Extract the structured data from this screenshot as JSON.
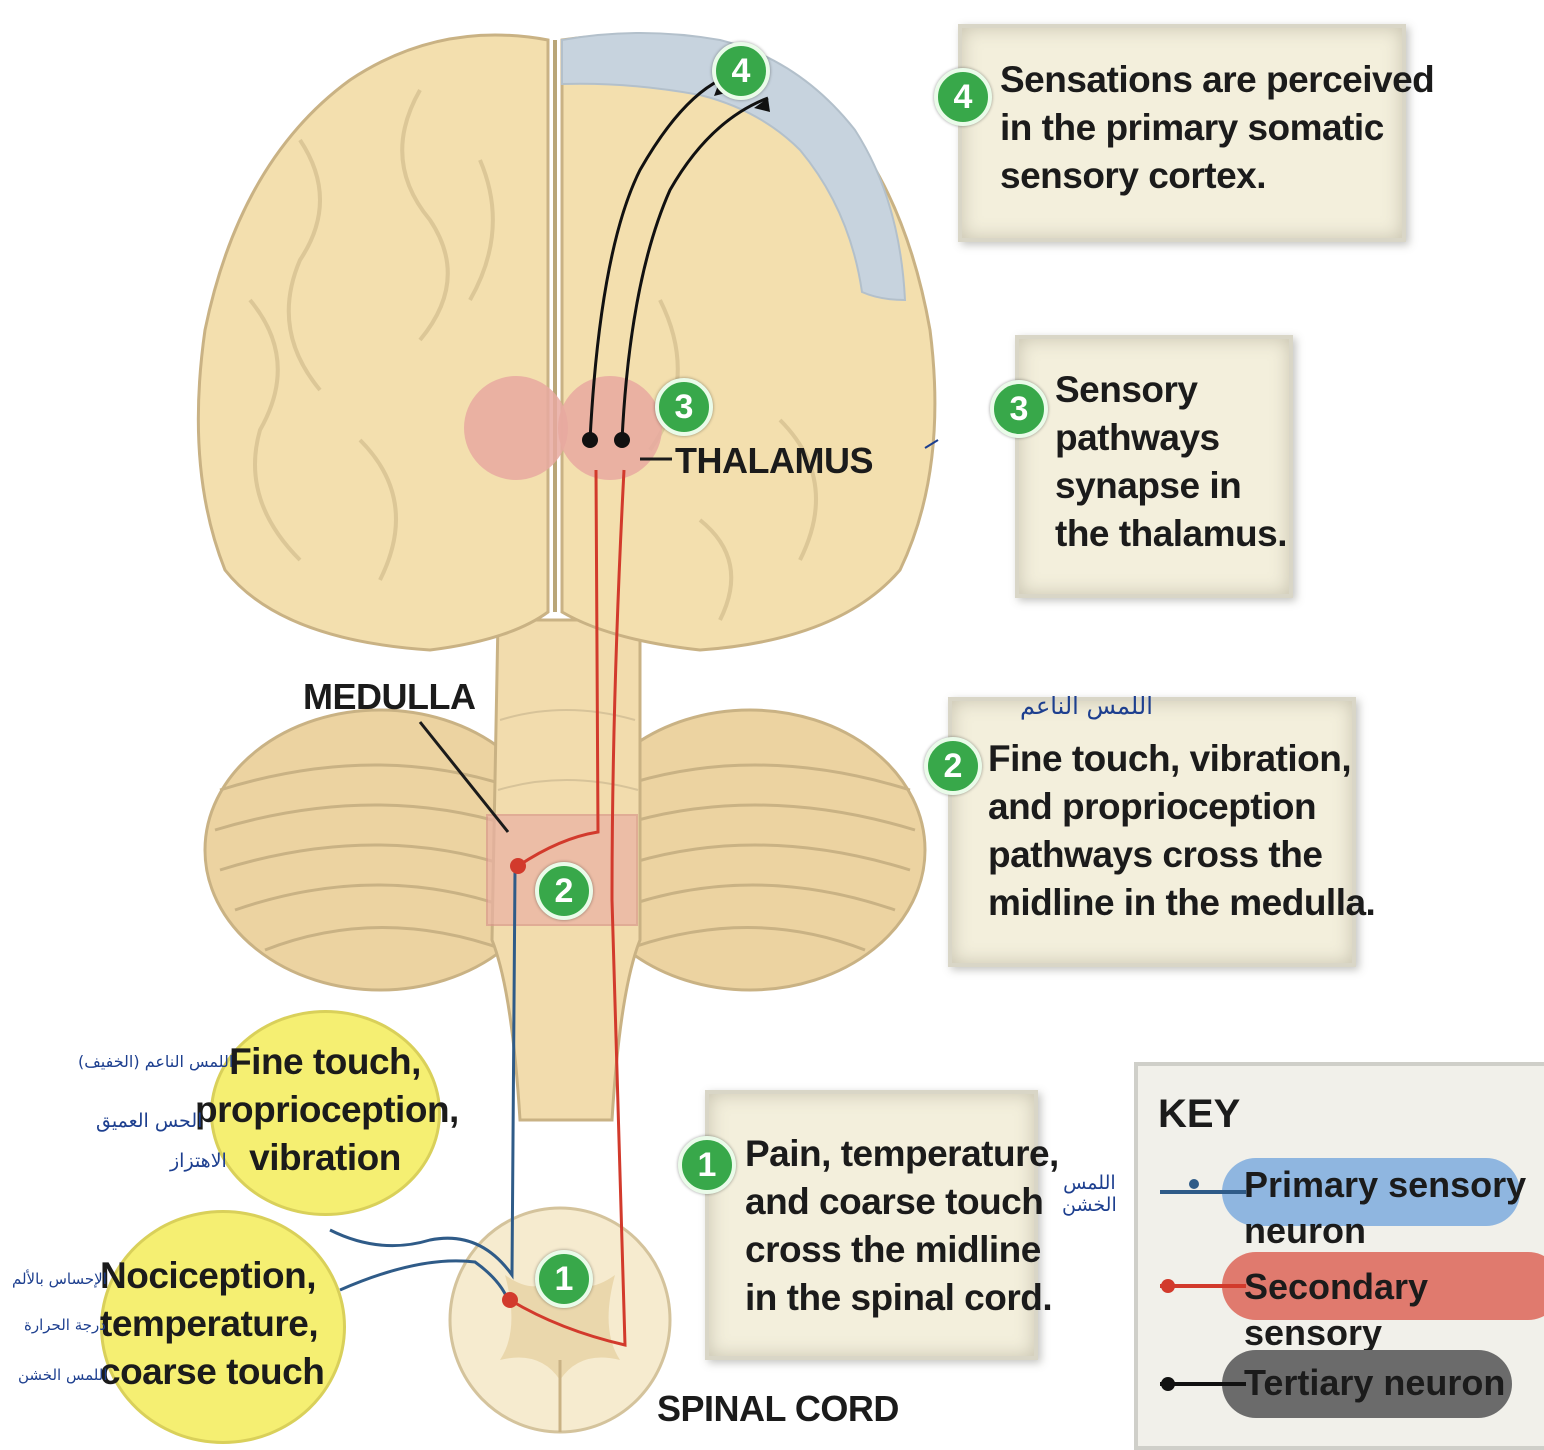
{
  "steps": [
    {
      "num": "1",
      "text": "Pain, temperature,\nand coarse touch\ncross the midline\nin the spinal cord."
    },
    {
      "num": "2",
      "text": "Fine touch, vibration,\nand proprioception\npathways cross the\nmidline in the medulla."
    },
    {
      "num": "3",
      "text": "Sensory\npathways\nsynapse in\nthe thalamus."
    },
    {
      "num": "4",
      "text": "Sensations are perceived\nin the primary somatic\nsensory cortex."
    }
  ],
  "labels": {
    "thalamus": "THALAMUS",
    "medulla": "MEDULLA",
    "spinal_cord": "SPINAL CORD"
  },
  "ovals": {
    "upper": "Fine touch,\nproprioception,\nvibration",
    "lower": "Nociception,\ntemperature,\ncoarse touch"
  },
  "key": {
    "title": "KEY",
    "items": [
      {
        "label": "Primary sensory\nneuron",
        "color": "#8fb6e0"
      },
      {
        "label": "Secondary sensory\nneuron",
        "color": "#e07a6e"
      },
      {
        "label": "Tertiary neuron",
        "color": "#6b6b6b"
      }
    ]
  },
  "handwritten": {
    "fine_touch_box": "اللمس الناعم",
    "coarse_touch": "اللمس\nالخشن",
    "fine_touch_oval": "اللمس الناعم (الخفيف)",
    "proprioception": "الحس العميق",
    "vibration": "الاهتزاز",
    "nociception": "الإحساس بالألم",
    "temperature": "درجة الحرارة",
    "coarse_touch_oval": "اللمس الخشن"
  },
  "colors": {
    "brain": "#f3dfae",
    "brain_outline": "#cdb98a",
    "cortex": "#c7d3de",
    "thalamus": "#e7a9a0",
    "primary_neuron": "#2f5b88",
    "secondary_neuron": "#d23a2c",
    "tertiary_neuron": "#111111",
    "badge": "#38a84a"
  }
}
